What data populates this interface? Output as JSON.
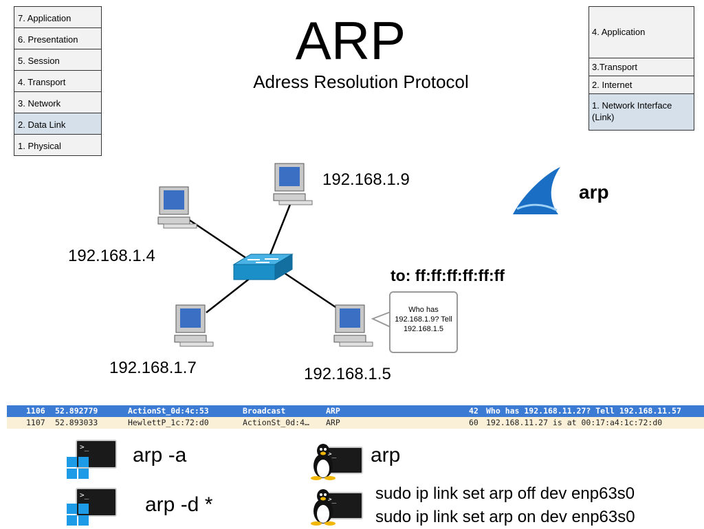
{
  "osi_layers": [
    "7. Application",
    "6. Presentation",
    "5. Session",
    "4. Transport",
    "3. Network",
    "2. Data Link",
    "1. Physical"
  ],
  "tcpip_layers": [
    "4. Application",
    "3.Transport",
    "2. Internet",
    "1. Network Interface (Link)"
  ],
  "title": "ARP",
  "subtitle": "Adress Resolution Protocol",
  "wireshark_label": "arp",
  "hosts": {
    "top": "192.168.1.9",
    "left": "192.168.1.4",
    "bottom_left": "192.168.1.7",
    "bottom_right": "192.168.1.5"
  },
  "broadcast_to": "to: ff:ff:ff:ff:ff:ff",
  "bubble_text": "Who has 192.168.1.9? Tell 192.168.1.5",
  "packets": [
    {
      "no": "1106",
      "time": "52.892779",
      "src": "ActionSt_0d:4c:53",
      "dst": "Broadcast",
      "proto": "ARP",
      "len": "42",
      "info": "Who has 192.168.11.27? Tell 192.168.11.57"
    },
    {
      "no": "1107",
      "time": "52.893033",
      "src": "HewlettP_1c:72:d0",
      "dst": "ActionSt_0d:4…",
      "proto": "ARP",
      "len": "60",
      "info": "192.168.11.27 is at 00:17:a4:1c:72:d0"
    }
  ],
  "terminal_prompt": ">_",
  "windows_cmds": [
    "arp -a",
    "arp -d *"
  ],
  "linux_cmds": [
    "arp",
    "sudo ip link set arp off dev enp63s0",
    "sudo ip link set arp on dev enp63s0"
  ],
  "colors": {
    "highlight": "#d6e0ea",
    "switch": "#1b8fc7",
    "selected_row": "#3b7bd4",
    "normal_row": "#faf0d7",
    "windows_blue": "#1d9be6"
  }
}
